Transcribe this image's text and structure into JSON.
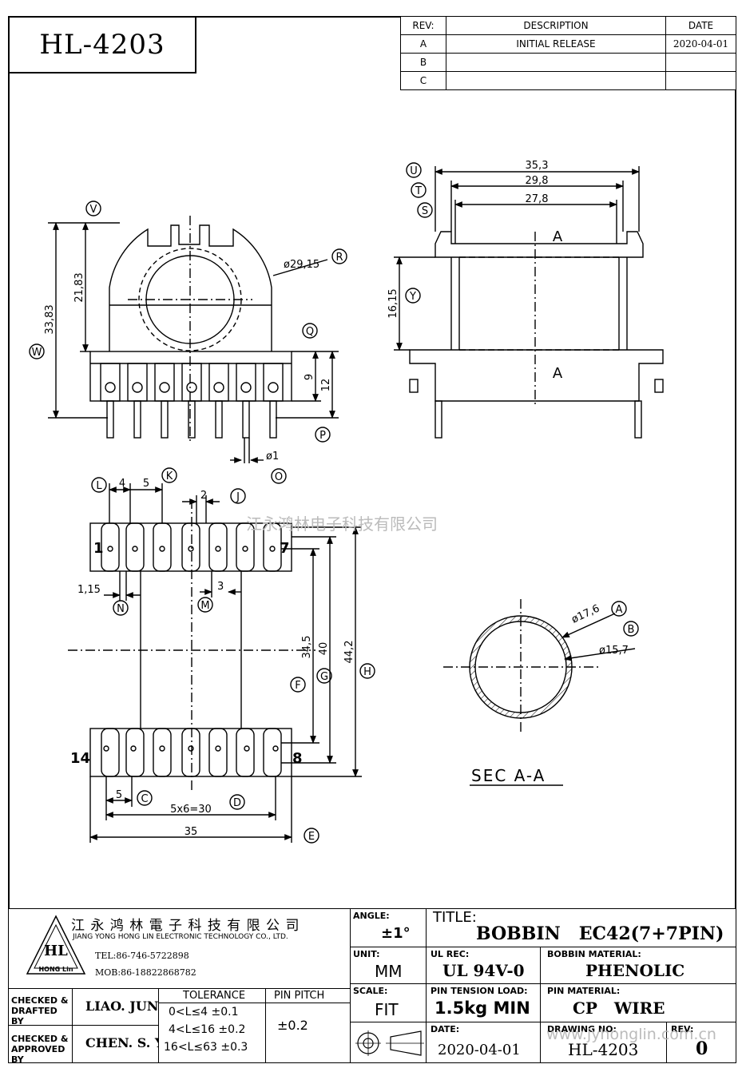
{
  "drawing_code": "HL-4203",
  "revision_table": {
    "headers": [
      "REV:",
      "DESCRIPTION",
      "DATE"
    ],
    "rows": [
      {
        "rev": "A",
        "description": "INITIAL RELEASE",
        "date": "2020-04-01"
      },
      {
        "rev": "B",
        "description": "",
        "date": ""
      },
      {
        "rev": "C",
        "description": "",
        "date": ""
      }
    ]
  },
  "watermark": {
    "company_cn": "江永鸿林电子科技有限公司",
    "site": "www.jyhonglin.com.cn"
  },
  "dimensions": {
    "top_view": {
      "d29_15": "ø29,15",
      "h21_83": "21,83",
      "h33_83": "33,83",
      "h9": "9",
      "h12": "12",
      "d1": "ø1"
    },
    "side_view": {
      "w35_3": "35,3",
      "w29_8": "29,8",
      "w27_8": "27,8",
      "h16_15": "16,15",
      "sec_a": "A"
    },
    "bottom_view": {
      "p4": "4",
      "p5": "5",
      "p2": "2",
      "w1_15": "1,15",
      "w3": "3",
      "h34_5": "34,5",
      "h40": "40",
      "h44_2": "44,2",
      "c5": "5",
      "span": "5x6=30",
      "w35": "35",
      "pin1": "1",
      "pin7": "7",
      "pin14": "14",
      "pin8": "8"
    },
    "section": {
      "d17_6": "ø17,6",
      "d15_7": "ø15,7",
      "title": "SEC A-A"
    }
  },
  "callouts": [
    "U",
    "T",
    "S",
    "V",
    "R",
    "W",
    "Q",
    "Y",
    "P",
    "O",
    "L",
    "K",
    "J",
    "N",
    "M",
    "F",
    "G",
    "H",
    "A",
    "B",
    "C",
    "D",
    "E"
  ],
  "title_block": {
    "company_cn": "江 永 鸿 林 電 子 科 技 有 限 公 司",
    "company_en": "JIANG YONG HONG LIN ELECTRONIC TECHNOLOGY CO., LTD.",
    "logo_text": "HL",
    "logo_sub": "HONG Lin",
    "tel": "TEL:86-746-5722898",
    "mob": "MOB:86-18822868782",
    "angle_label": "ANGLE:",
    "angle_value": "±1°",
    "title_label": "TITLE:",
    "title_value": "BOBBIN   EC42(7+7PIN)",
    "unit_label": "UNIT:",
    "unit_value": "MM",
    "ul_label": "UL REC:",
    "ul_value": "UL 94V-0",
    "bobbin_mat_label": "BOBBIN MATERIAL:",
    "bobbin_mat_value": "PHENOLIC",
    "checked_drafted_label": "CHECKED &\nDRAFTED BY",
    "checked_drafted_value": "LIAO. JUN",
    "checked_approved_label": "CHECKED &\nAPPROVED BY",
    "checked_approved_value": "CHEN. S. Y",
    "tolerance_label": "TOLERANCE",
    "tolerance_rows": [
      "0<L≤4   ±0.1",
      "4<L≤16  ±0.2",
      "16<L≤63 ±0.3"
    ],
    "pin_pitch_label": "PIN PITCH",
    "pin_pitch_value": "±0.2",
    "scale_label": "SCALE:",
    "scale_value": "FIT",
    "pin_tension_label": "PIN TENSION LOAD:",
    "pin_tension_value": "1.5kg MIN",
    "pin_mat_label": "PIN MATERIAL:",
    "pin_mat_value": "CP   WIRE",
    "date_label": "DATE:",
    "date_value": "2020-04-01",
    "drawing_no_label": "DRAWING NO:",
    "drawing_no_value": "HL-4203",
    "rev_label": "REV:",
    "rev_value": "0"
  }
}
